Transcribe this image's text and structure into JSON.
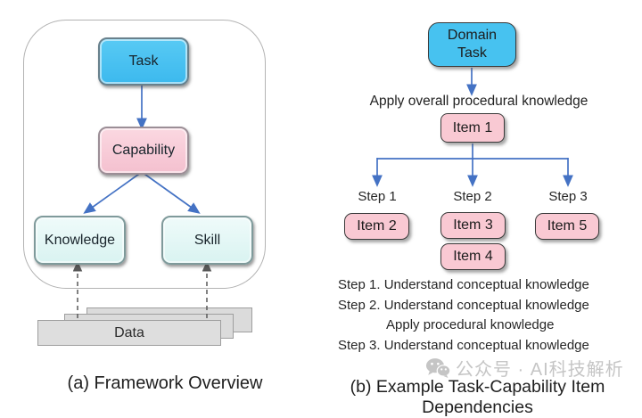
{
  "panel_a": {
    "caption": "(a) Framework Overview",
    "task_label": "Task",
    "capability_label": "Capability",
    "knowledge_label": "Knowledge",
    "skill_label": "Skill",
    "data_label": "Data"
  },
  "panel_b": {
    "caption": "(b) Example Task-Capability Item Dependencies",
    "domain_task_label": "Domain\nTask",
    "edge_label": "Apply overall procedural knowledge",
    "item1_label": "Item 1",
    "step_labels": [
      "Step 1",
      "Step 2",
      "Step 3"
    ],
    "item_labels": [
      "Item 2",
      "Item 3",
      "Item 4",
      "Item 5"
    ],
    "notes": [
      "Step 1. Understand conceptual knowledge",
      "Step 2. Understand conceptual knowledge",
      "Apply procedural knowledge",
      "Step 3. Understand conceptual knowledge"
    ]
  },
  "watermark": {
    "icon": "wechat-icon",
    "text": "公众号 · AI科技解析"
  },
  "colors": {
    "node_blue": "#47C2F0",
    "node_pink": "#F9C9D3",
    "node_cyan": "#E2F7F5",
    "arrow_blue": "#4472C4",
    "arrow_gray": "#595959",
    "data_sheet_gray": "#DBDBDB",
    "watermark_gray": "#C5C5C5"
  }
}
